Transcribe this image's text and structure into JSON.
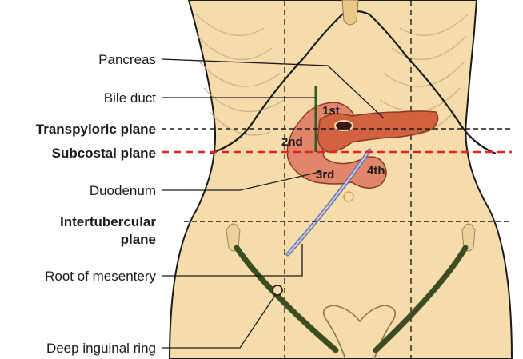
{
  "labels": {
    "pancreas": "Pancreas",
    "bile_duct": "Bile duct",
    "transpyloric_plane": "Transpyloric plane",
    "subcostal_plane": "Subcostal plane",
    "duodenum": "Duodenum",
    "intertubercular_plane_1": "Intertubercular",
    "intertubercular_plane_2": "plane",
    "root_of_mesentery": "Root of mesentery",
    "deep_inguinal_ring": "Deep inguinal ring"
  },
  "duodenal_parts": {
    "first": "1st",
    "second": "2nd",
    "third": "3rd",
    "fourth": "4th"
  },
  "colors": {
    "skin": "#f6dcab",
    "background": "#ffffff",
    "outline": "#1a1a1a",
    "pancreas": "#d2613f",
    "duodenum": "#e1866a",
    "subcostal_line": "#e0261f",
    "ligament": "#3c4d22",
    "rib_line": "#c6b48e"
  }
}
